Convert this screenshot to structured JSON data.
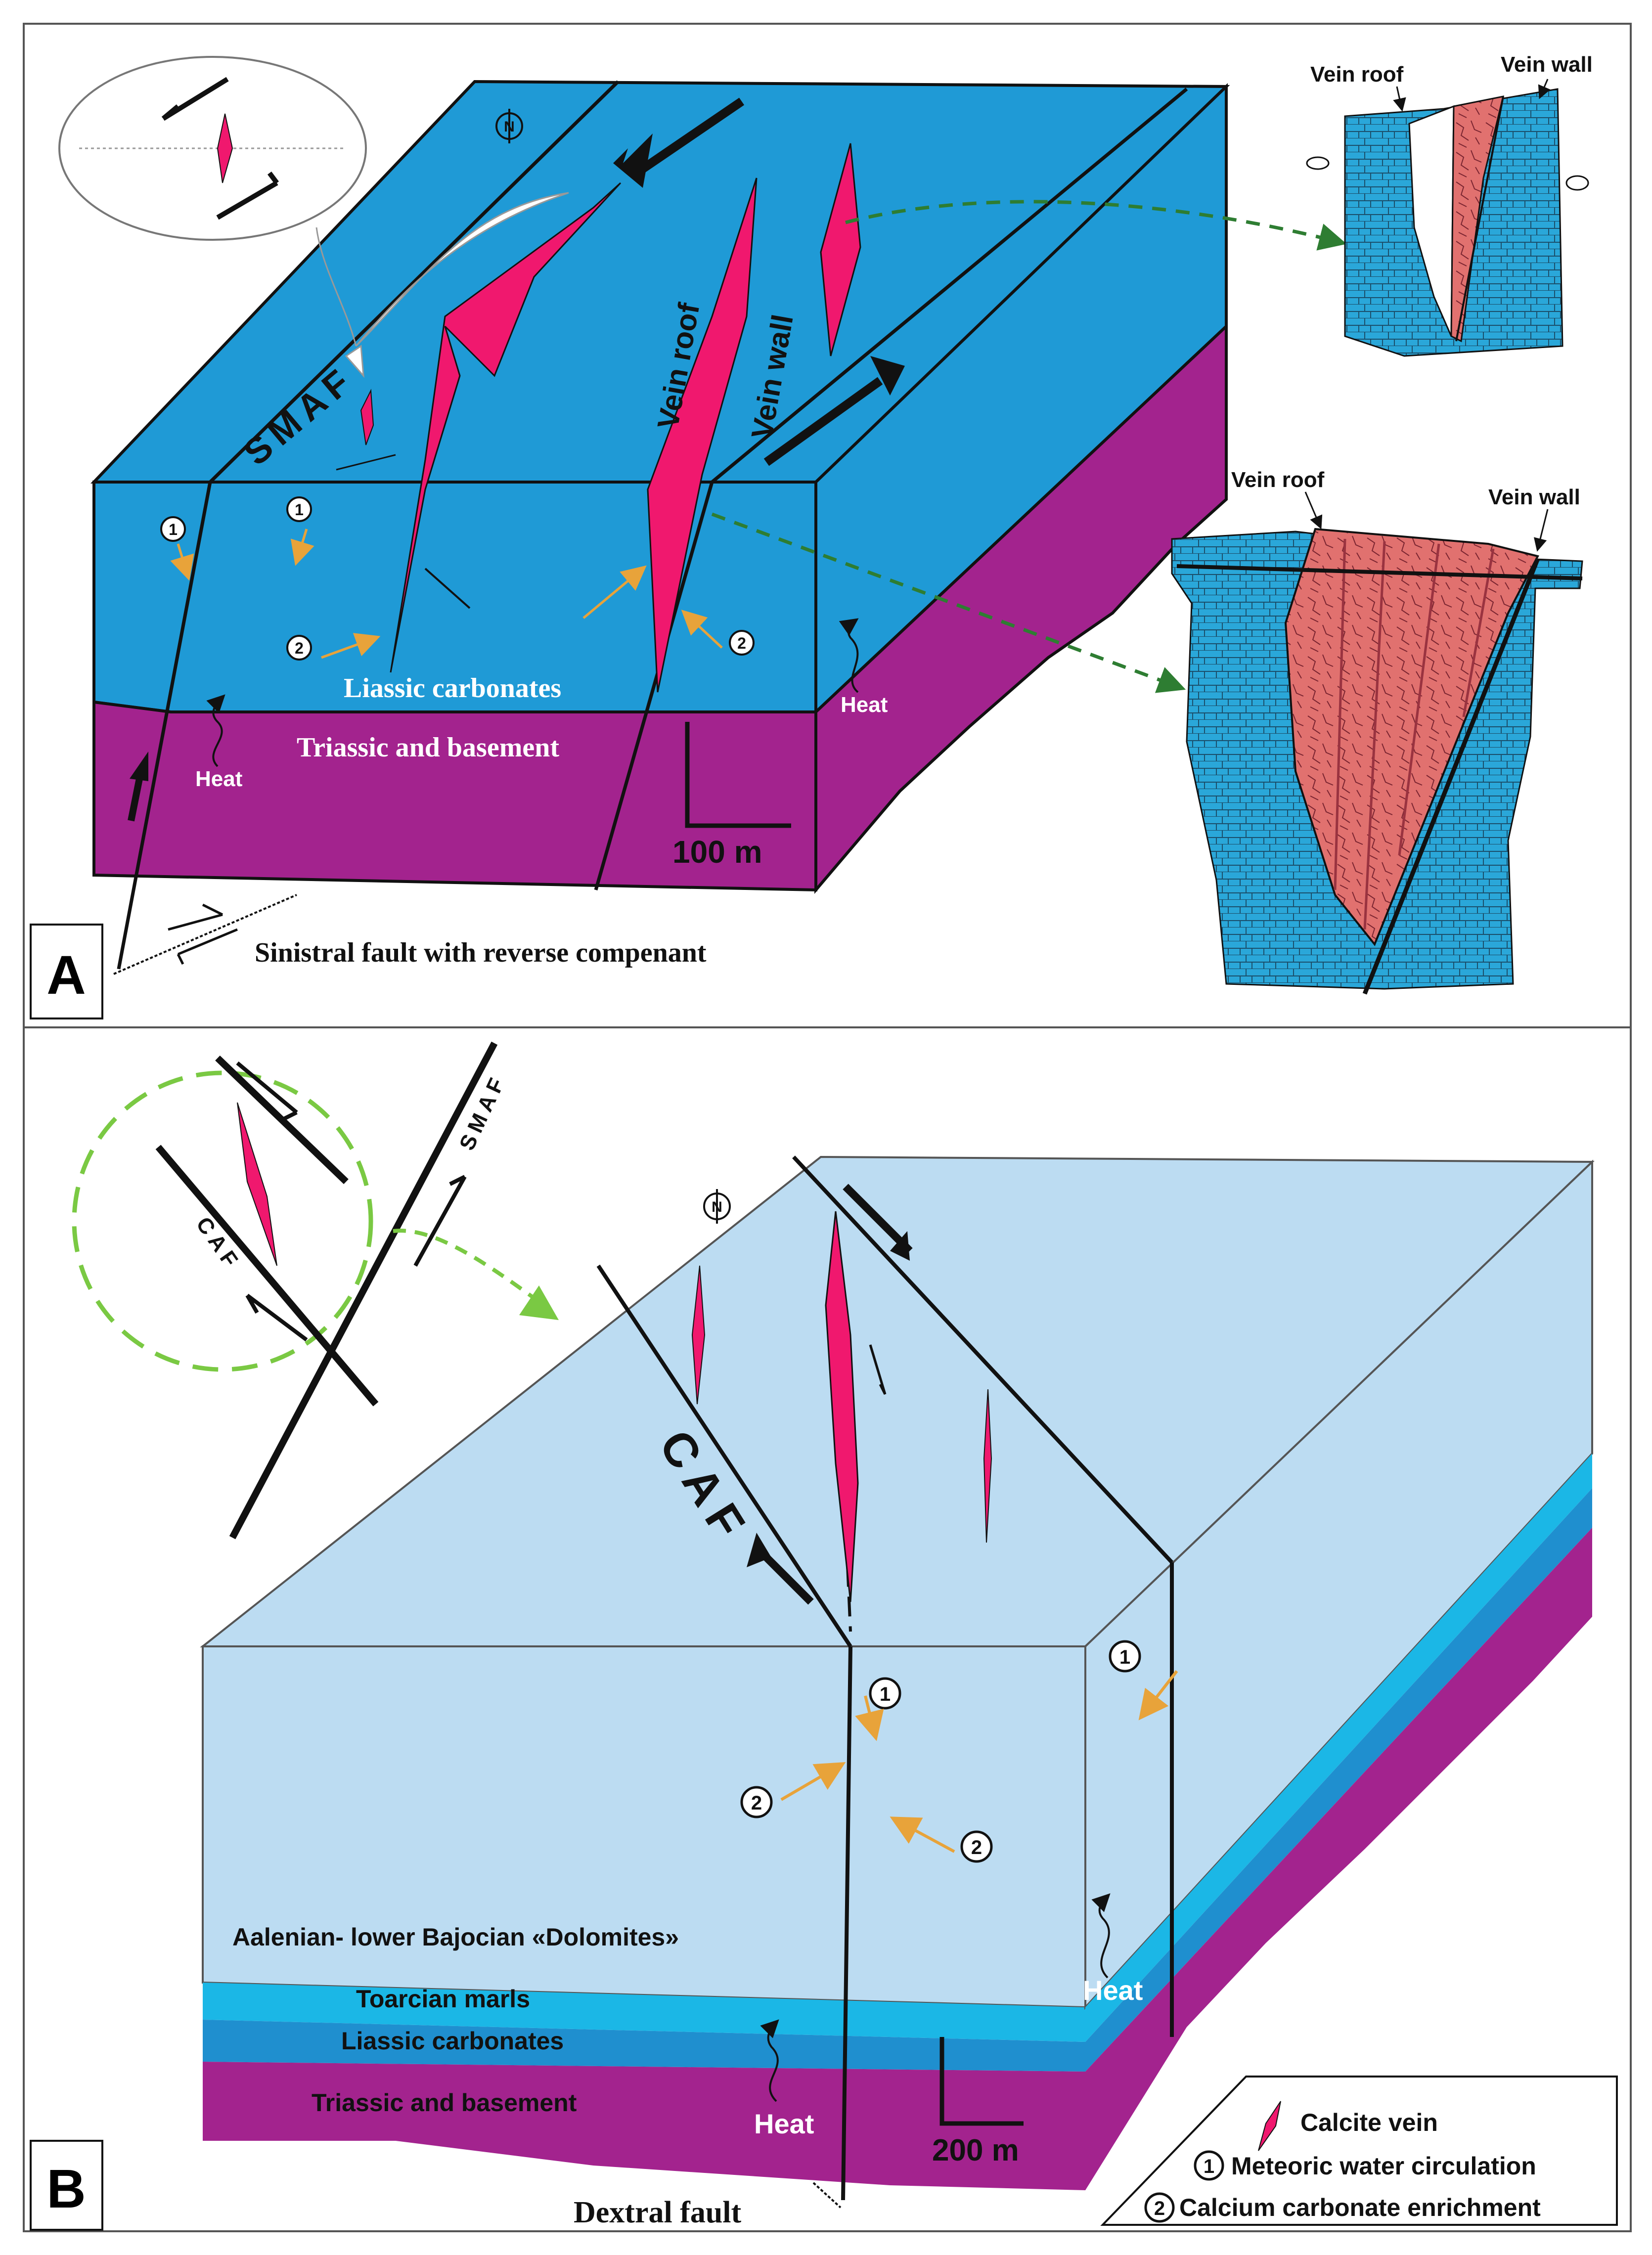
{
  "colors": {
    "liassic_blue": "#1f9ad6",
    "triassic_purple": "#a3238e",
    "dolomite_lightblue": "#bcdcf2",
    "toarcian_cyan": "#1bb7e6",
    "vein_pink": "#f0186e",
    "vein_salmon": "#e47a78",
    "arrow_orange": "#e8a33a",
    "guide_green": "#2e7d32",
    "inset_green": "#7ac943"
  },
  "panel_a": {
    "letter": "A",
    "fault_name": "SMAF",
    "north_symbol": "N",
    "vein_roof_label": "Vein roof",
    "vein_wall_label": "Vein wall",
    "layer_liassic": "Liassic carbonates",
    "layer_triassic": "Triassic and basement",
    "heat_label": "Heat",
    "circle_1": "1",
    "circle_2": "2",
    "scale_label": "100 m",
    "fault_caption": "Sinistral fault with reverse compenant",
    "inset_top": {
      "vein_roof": "Vein roof",
      "vein_wall": "Vein wall"
    },
    "inset_bottom": {
      "vein_roof": "Vein roof",
      "vein_wall": "Vein wall"
    }
  },
  "panel_b": {
    "letter": "B",
    "fault_name_caf": "CAF",
    "fault_name_smaf": "SMAF",
    "north_symbol": "N",
    "layer_dolomites": "Aalenian- lower Bajocian «Dolomites»",
    "layer_toarcian": "Toarcian marls",
    "layer_liassic": "Liassic carbonates",
    "layer_triassic": "Triassic and basement",
    "heat_label": "Heat",
    "circle_1": "1",
    "circle_2": "2",
    "scale_label": "200 m",
    "fault_caption": "Dextral fault"
  },
  "legend": {
    "calcite_vein": "Calcite vein",
    "meteoric": "Meteoric water circulation",
    "enrichment": "Calcium carbonate enrichment",
    "num_1": "1",
    "num_2": "2"
  }
}
